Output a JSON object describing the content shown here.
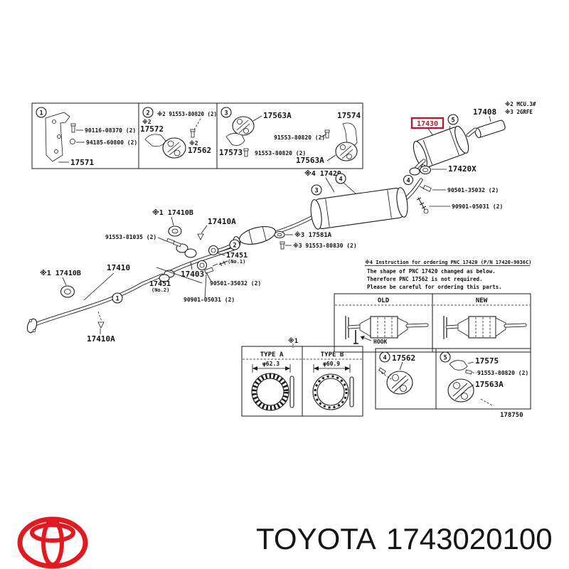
{
  "colors": {
    "line": "#1a1a1a",
    "highlight": "#b01e2e",
    "logo_red": "#e11a22",
    "text": "#111111"
  },
  "callouts": {
    "c1": "1",
    "c2": "2",
    "c3": "3",
    "c4": "4",
    "c5": "5"
  },
  "box1": {
    "num": "1",
    "bolt": "90116-08370 (2)",
    "nut": "94185-60800 (2)",
    "bracket": "17571"
  },
  "box2": {
    "num": "2",
    "bolt": "※2 91553-80820 (2)",
    "note": "※2",
    "hook": "17572",
    "note2": "※2",
    "mount": "17562"
  },
  "box3": {
    "num": "3",
    "mount_top": "17563A",
    "hook_right": "17574",
    "bolt1": "91553-80820 (2)",
    "hook_left": "17573",
    "bolt2": "91553-80820 (2)",
    "mount_bottom": "17563A"
  },
  "rear": {
    "note2": "※2 MCU.3#",
    "note3": "※3 2GRFE",
    "tailpipe": "17408",
    "muffler": "17430",
    "gasket": "17420X",
    "bolt": "90501-35032 (2)",
    "spring_bolt": "90901-05031 (2)"
  },
  "center": {
    "muffler": "※4 17420"
  },
  "front": {
    "grommet_top": "※1 17410B",
    "stud_top": "17410A",
    "bolt_top": "91553-81035 (2)",
    "gasket1": "17451",
    "gasket1_no": "(No.1)",
    "seal": "※3 17581A",
    "seal_bolt": "※3 91553-80830 (2)",
    "pipe": "17410",
    "center_pipe": "17403",
    "gasket2": "17451",
    "gasket2_no": "(No.2)",
    "bolt": "90501-35032 (2)",
    "spring_bolt": "90901-05031 (2)",
    "grommet_left": "※1 17410B",
    "stud_bottom": "17410A"
  },
  "instruction": {
    "title": "※4 Instruction for ordering PNC 17420 (P/N 17420-9036C)",
    "line1": "The shape of PNC 17420 changed as below.",
    "line2": "Therefore PNC 17562 is not required.",
    "line3": "Please be careful for ordering this parts.",
    "old": "OLD",
    "new": "NEW",
    "hook": "HOOK"
  },
  "type_table": {
    "note": "※1",
    "type_a": "TYPE A",
    "type_b": "TYPE B",
    "dia_a": "φ62.3",
    "dia_b": "φ60.9"
  },
  "box4": {
    "num": "4",
    "mount": "17562"
  },
  "box5": {
    "num": "5",
    "hook": "17575",
    "bolt": "91553-80820 (2)",
    "mount": "17563A"
  },
  "figure_number": "178750",
  "footer": {
    "brand": "TOYOTA",
    "part_number": "1743020100"
  }
}
